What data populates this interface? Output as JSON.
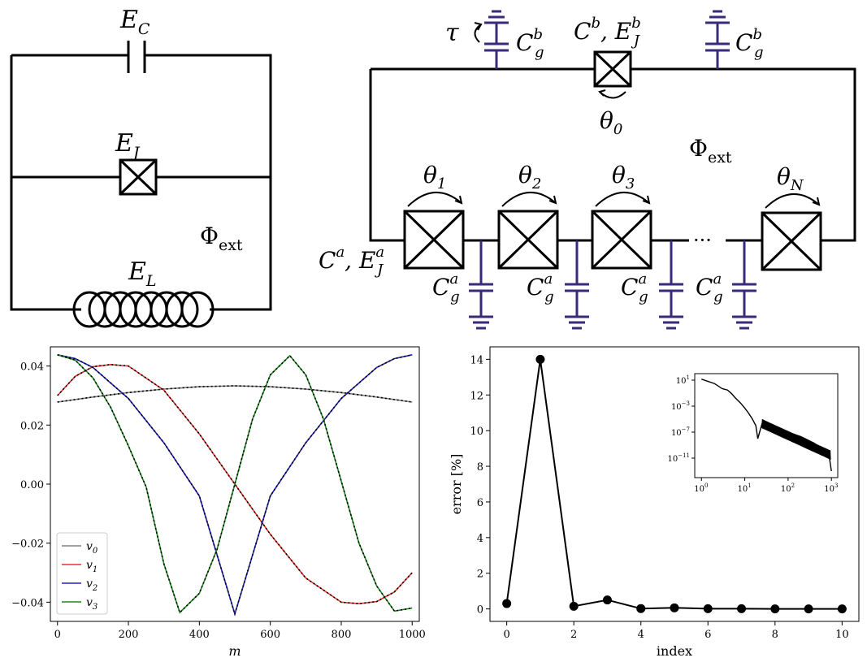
{
  "circuit_left": {
    "capacitor_label": "E",
    "capacitor_sub": "C",
    "junction_label": "E",
    "junction_sub": "J",
    "inductor_label": "E",
    "inductor_sub": "L",
    "flux_label": "Φ",
    "flux_sub": "ext"
  },
  "circuit_right": {
    "tau": "τ",
    "gate_top_left": "C",
    "gate_top_left_sup": "b",
    "gate_top_left_sub": "g",
    "gate_top_right": "C",
    "gate_top_right_sup": "b",
    "gate_top_right_sub": "g",
    "big_junction": "C",
    "big_junction_sup": "b",
    "big_junction_mid": ", E",
    "big_junction_sup2": "b",
    "big_junction_sub2": "J",
    "theta0": "θ",
    "theta0_sub": "0",
    "flux": "Φ",
    "flux_sub": "ext",
    "theta1": "θ",
    "theta1_sub": "1",
    "theta2": "θ",
    "theta2_sub": "2",
    "theta3": "θ",
    "theta3_sub": "3",
    "thetaN": "θ",
    "thetaN_sub": "N",
    "dots": "···",
    "array_label": "C",
    "array_sup": "a",
    "array_mid": ", E",
    "array_sup2": "a",
    "array_sub2": "J",
    "cg_labels": [
      {
        "main": "C",
        "sup": "a",
        "sub": "g"
      },
      {
        "main": "C",
        "sup": "a",
        "sub": "g"
      },
      {
        "main": "C",
        "sup": "a",
        "sub": "g"
      },
      {
        "main": "C",
        "sup": "a",
        "sub": "g"
      }
    ]
  },
  "chart_data": [
    {
      "type": "line",
      "xlabel": "m",
      "ylabel": "",
      "xlim": [
        -20,
        1020
      ],
      "ylim": [
        -0.0465,
        0.0465
      ],
      "xticks": [
        0,
        200,
        400,
        600,
        800,
        1000
      ],
      "xtick_labels": [
        "0",
        "200",
        "400",
        "600",
        "800",
        "1000"
      ],
      "yticks": [
        0.04,
        0.02,
        0.0,
        -0.02,
        -0.04
      ],
      "ytick_labels": [
        "0.04",
        "0.02",
        "0.00",
        "−0.02",
        "−0.04"
      ],
      "legend": "lower-left",
      "series": [
        {
          "name": "v",
          "sub": "0",
          "color": "#808080",
          "x": [
            0,
            100,
            200,
            300,
            400,
            500,
            600,
            700,
            800,
            900,
            1000
          ],
          "values": [
            0.0278,
            0.0295,
            0.031,
            0.0322,
            0.033,
            0.0333,
            0.033,
            0.0322,
            0.031,
            0.0295,
            0.0278
          ]
        },
        {
          "name": "v",
          "sub": "1",
          "color": "#e8302a",
          "x": [
            0,
            50,
            100,
            150,
            200,
            300,
            400,
            500,
            600,
            700,
            800,
            850,
            900,
            950,
            1000
          ],
          "values": [
            0.03,
            0.0365,
            0.0398,
            0.0405,
            0.04,
            0.0318,
            0.017,
            0.0,
            -0.017,
            -0.0318,
            -0.04,
            -0.0405,
            -0.0398,
            -0.0365,
            -0.03
          ]
        },
        {
          "name": "v",
          "sub": "2",
          "color": "#2020c0",
          "x": [
            0,
            50,
            100,
            200,
            300,
            400,
            500,
            600,
            700,
            800,
            900,
            950,
            1000
          ],
          "values": [
            0.0438,
            0.0425,
            0.0395,
            0.029,
            0.014,
            -0.004,
            -0.044,
            -0.004,
            0.014,
            0.029,
            0.0395,
            0.0425,
            0.0438
          ]
        },
        {
          "name": "v",
          "sub": "3",
          "color": "#1a8a1a",
          "x": [
            0,
            50,
            100,
            150,
            200,
            250,
            300,
            345,
            400,
            450,
            500,
            550,
            600,
            655,
            700,
            750,
            800,
            850,
            900,
            950,
            1000
          ],
          "values": [
            0.0438,
            0.042,
            0.036,
            0.026,
            0.013,
            -0.001,
            -0.027,
            -0.0435,
            -0.037,
            -0.022,
            0.0,
            0.022,
            0.037,
            0.0435,
            0.037,
            0.022,
            0.001,
            -0.02,
            -0.0345,
            -0.043,
            -0.042
          ]
        }
      ]
    },
    {
      "type": "line",
      "xlabel": "index",
      "ylabel": "error [%]",
      "xlim": [
        -0.5,
        10.5
      ],
      "ylim": [
        -0.7,
        14.7
      ],
      "xticks": [
        0,
        2,
        4,
        6,
        8,
        10
      ],
      "xtick_labels": [
        "0",
        "2",
        "4",
        "6",
        "8",
        "10"
      ],
      "yticks": [
        0,
        2,
        4,
        6,
        8,
        10,
        12,
        14
      ],
      "ytick_labels": [
        "0",
        "2",
        "4",
        "6",
        "8",
        "10",
        "12",
        "14"
      ],
      "series": [
        {
          "name": "",
          "color": "#000000",
          "x": [
            0,
            1,
            2,
            3,
            4,
            5,
            6,
            7,
            8,
            9,
            10
          ],
          "values": [
            0.3,
            14.0,
            0.15,
            0.5,
            0.02,
            0.06,
            0.01,
            0.01,
            0.0,
            0.0,
            0.0
          ]
        }
      ]
    },
    {
      "type": "line",
      "inset": true,
      "xscale": "log",
      "yscale": "log",
      "xlim": [
        0.7,
        1400
      ],
      "ylim": [
        1e-14,
        100.0
      ],
      "xticks": [
        1,
        10,
        100,
        1000
      ],
      "xtick_base": "10",
      "xtick_exps": [
        "0",
        "1",
        "2",
        "3"
      ],
      "yticks": [
        10,
        0.001,
        1e-07,
        1e-11
      ],
      "ytick_base": "10",
      "ytick_exps": [
        "1",
        "−3",
        "−7",
        "−11"
      ],
      "series": [
        {
          "name": "",
          "color": "#000000",
          "x": [
            1,
            2,
            3,
            4,
            5,
            6,
            8,
            10,
            12,
            15,
            18,
            20,
            25,
            30,
            50,
            100,
            200,
            400,
            700,
            900,
            1000
          ],
          "values": [
            14,
            3,
            0.5,
            0.3,
            0.08,
            0.02,
            0.003,
            0.0005,
            0.0001,
            1e-05,
            1e-06,
            1e-08,
            2e-06,
            1e-06,
            5e-07,
            1e-07,
            2e-08,
            2e-09,
            1e-10,
            1e-11,
            1e-13
          ]
        }
      ]
    }
  ]
}
